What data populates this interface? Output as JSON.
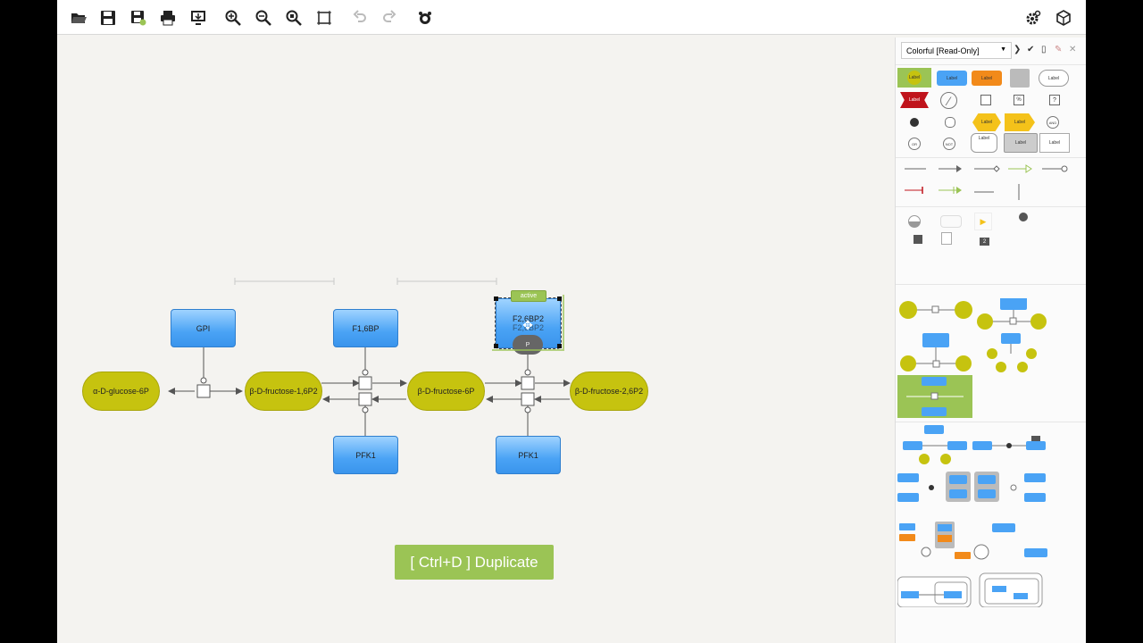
{
  "toolbar": {
    "left_icons": [
      "open-folder-icon",
      "save-icon",
      "save-as-icon",
      "print-icon",
      "export-icon",
      "zoom-in-icon",
      "zoom-out-icon",
      "zoom-fit-icon",
      "fit-page-icon",
      "undo-icon",
      "redo-icon",
      "bug-icon"
    ],
    "right_icons": [
      "settings-icon",
      "cube-icon"
    ]
  },
  "diagram": {
    "nodes": {
      "alpha_glucose": "α-D-glucose-6P",
      "fructose_16p2": "β-D-fructose-1,6P2",
      "fructose_6p": "β-D-fructose-6P",
      "fructose_26p2": "β-D-fructose-2,6P2",
      "gpi": "GPI",
      "f16bp": "F1,6BP",
      "pfk1_a": "PFK1",
      "pfk1_b": "PFK1",
      "selected_macro": "F2,6BP2",
      "selected_macro_label": "active",
      "selected_state": "P"
    }
  },
  "hint": {
    "text": "[ Ctrl+D ]  Duplicate"
  },
  "palette": {
    "style_select": "Colorful [Read-Only]",
    "glyph_label": "Label",
    "and": "AND",
    "or": "OR",
    "not": "NOT",
    "tag_symbol": "?",
    "unit_symbol": "%",
    "count": "2"
  },
  "colors": {
    "accent_green": "#9bc455",
    "macro_blue": "#4aa3f5",
    "simple_yellow": "#c6c30f",
    "orange": "#f28a1a",
    "red": "#c0141c"
  }
}
